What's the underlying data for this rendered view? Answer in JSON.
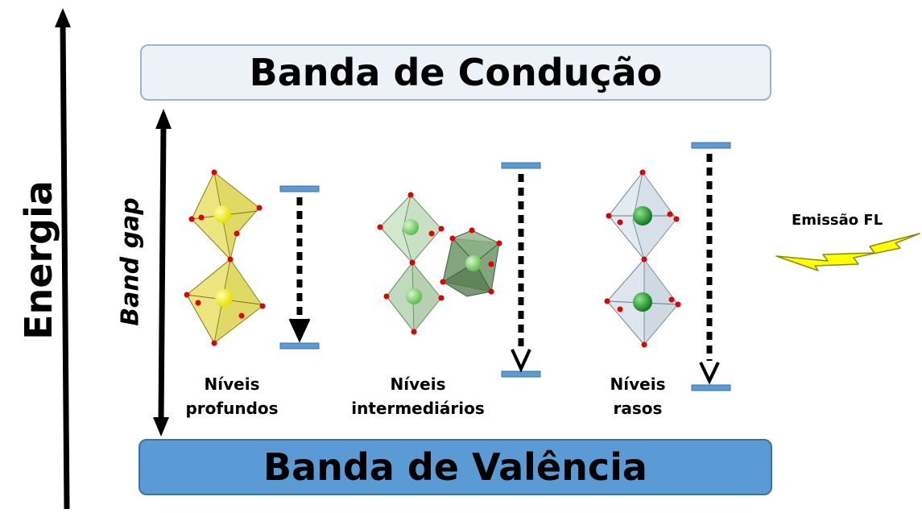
{
  "bands": {
    "conduction": "Banda de Condução",
    "valence": "Banda de Valência"
  },
  "axis": {
    "energy": "Energia",
    "band_gap": "Band gap"
  },
  "levels": [
    {
      "line1": "Níveis",
      "line2": "profundos",
      "polyhedron_color": "#e8e06a",
      "atom_color": "#f2f000"
    },
    {
      "line1": "Níveis",
      "line2": "intermediários",
      "polyhedron_color": "#b9d7b4",
      "atom_color": "#7ccf6a"
    },
    {
      "line1": "Níveis",
      "line2": "rasos",
      "polyhedron_color": "#d4dde6",
      "atom_color": "#1e9a2e"
    }
  ],
  "emission_label": "Emissão FL",
  "colors": {
    "level_line": "#5b9bd5",
    "valence_band": "#5b9bd5",
    "conduction_band": "#edf2f8",
    "oxygen": "#e00000",
    "lightning": "#ffff00"
  }
}
